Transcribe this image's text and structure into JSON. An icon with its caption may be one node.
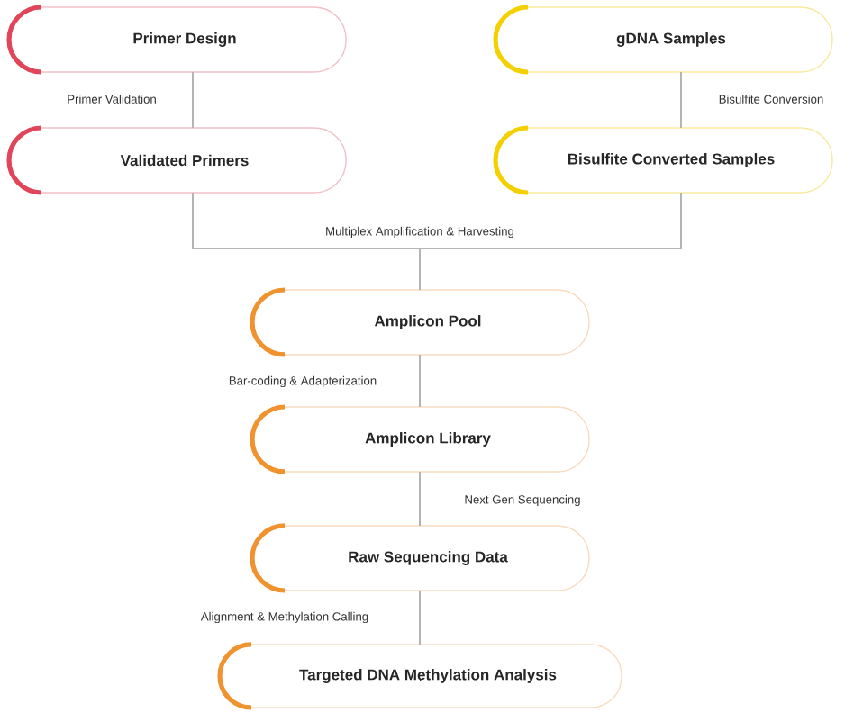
{
  "diagram": {
    "nodes": [
      {
        "text": [
          "Primer Design"
        ]
      },
      {
        "text": [
          "gDNA Samples"
        ]
      },
      {
        "text": [
          "Validated Primers"
        ]
      },
      {
        "text": [
          "Bisulfite Converted Samples"
        ]
      },
      {
        "text": [
          "Amplicon Pool"
        ]
      },
      {
        "text": [
          "Amplicon Library"
        ]
      },
      {
        "text": [
          "Raw Sequencing Data"
        ]
      },
      {
        "text": [
          "Targeted DNA Methylation Analysis"
        ]
      }
    ],
    "edges": [
      {
        "from": 0,
        "to": 2,
        "arrow": "none",
        "label": "Primer Validation"
      },
      {
        "from": 1,
        "to": 3,
        "arrow": "none",
        "label": "Bisulfite Conversion"
      },
      {
        "from": 2,
        "to": 4,
        "arrow": "none",
        "label": "Multiplex Amplification & Harvesting"
      },
      {
        "from": 3,
        "to": 4,
        "arrow": "none"
      },
      {
        "from": 4,
        "to": 5,
        "arrow": "none",
        "label": "Bar-coding & Adapterization"
      },
      {
        "from": 5,
        "to": 6,
        "arrow": "none",
        "label": "Next Gen Sequencing"
      },
      {
        "from": 6,
        "to": 7,
        "arrow": "none",
        "label": "Alignment & Methylation Calling"
      }
    ]
  }
}
